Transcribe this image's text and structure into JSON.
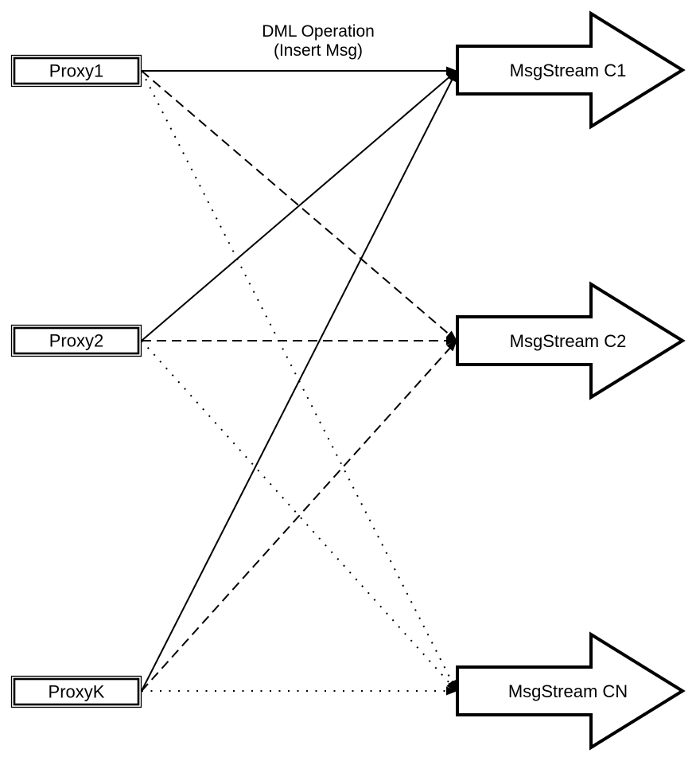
{
  "diagram": {
    "edge_label": {
      "line1": "DML Operation",
      "line2": "(Insert Msg)"
    },
    "proxies": [
      {
        "label": "Proxy1"
      },
      {
        "label": "Proxy2"
      },
      {
        "label": "ProxyK"
      }
    ],
    "streams": [
      {
        "label": "MsgStream C1"
      },
      {
        "label": "MsgStream C2"
      },
      {
        "label": "MsgStream CN"
      }
    ],
    "edges": [
      {
        "from": "Proxy1",
        "to": "MsgStream C1",
        "style": "solid"
      },
      {
        "from": "Proxy1",
        "to": "MsgStream C2",
        "style": "dashed"
      },
      {
        "from": "Proxy1",
        "to": "MsgStream CN",
        "style": "dotted"
      },
      {
        "from": "Proxy2",
        "to": "MsgStream C1",
        "style": "solid"
      },
      {
        "from": "Proxy2",
        "to": "MsgStream C2",
        "style": "dashed"
      },
      {
        "from": "Proxy2",
        "to": "MsgStream CN",
        "style": "dotted"
      },
      {
        "from": "ProxyK",
        "to": "MsgStream C1",
        "style": "solid"
      },
      {
        "from": "ProxyK",
        "to": "MsgStream C2",
        "style": "dashed"
      },
      {
        "from": "ProxyK",
        "to": "MsgStream CN",
        "style": "dotted"
      }
    ],
    "colors": {
      "stroke": "#000000",
      "fill": "#ffffff"
    }
  }
}
